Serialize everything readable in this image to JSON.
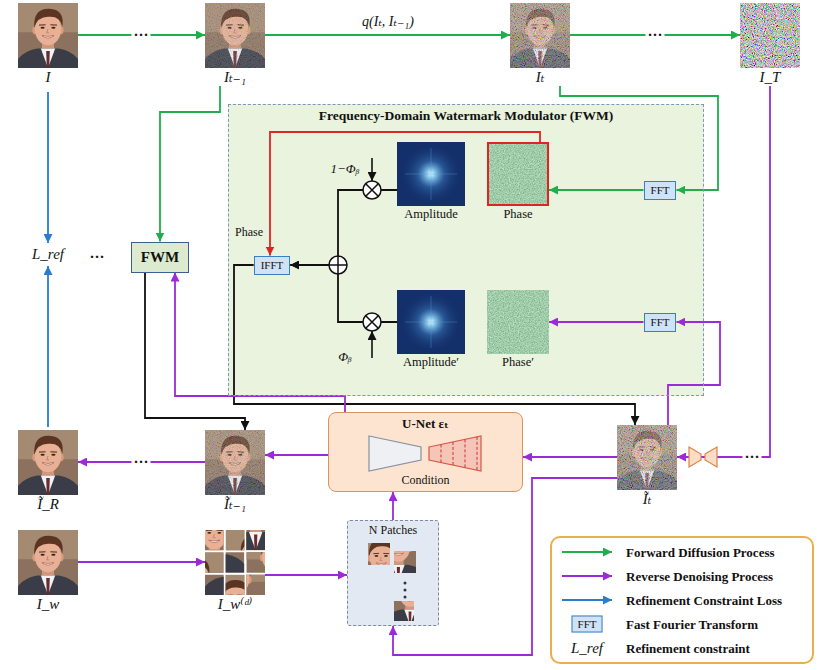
{
  "diagram": {
    "nodes": [
      {
        "text": [
          "I"
        ]
      },
      {
        "text": [
          "Iₜ₋₁"
        ]
      },
      {
        "text": [
          "Iₜ"
        ]
      },
      {
        "text": [
          "I_T"
        ]
      },
      {
        "text": [
          "Frequency-Domain Watermark Modulator (FWM)"
        ]
      },
      {
        "text": [
          "Amplitude"
        ],
        "in": 4
      },
      {
        "text": [
          "Phase"
        ],
        "in": 4
      },
      {
        "text": [
          "FFT"
        ],
        "in": 4
      },
      {
        "text": [
          "IFFT"
        ],
        "in": 4
      },
      {
        "text": [
          "Amplitude′"
        ],
        "in": 4
      },
      {
        "text": [
          "Phase′"
        ],
        "in": 4
      },
      {
        "text": [
          "FFT"
        ],
        "in": 4
      },
      {
        "text": [
          "FWM"
        ]
      },
      {
        "text": [
          "Ĩ_R"
        ]
      },
      {
        "text": [
          "Ĩₜ₋₁"
        ]
      },
      {
        "text": [
          "U-Net εₜ",
          "Condition"
        ]
      },
      {
        "text": [
          "Ĩₜ"
        ]
      },
      {
        "text": [
          "I_w"
        ]
      },
      {
        "text": [
          "I_w⁽ᵈ⁾"
        ]
      },
      {
        "text": [
          "N Patches"
        ]
      }
    ],
    "edges": [
      {
        "from": 0,
        "to": 1,
        "arrow": "to",
        "label": "···"
      },
      {
        "from": 1,
        "to": 2,
        "arrow": "to",
        "label": "q(Iₜ, Iₜ₋₁)"
      },
      {
        "from": 2,
        "to": 3,
        "arrow": "to",
        "label": "···"
      },
      {
        "from": 1,
        "to": 12,
        "arrow": "to"
      },
      {
        "from": 2,
        "to": 7,
        "arrow": "to"
      },
      {
        "from": 7,
        "to": 6,
        "arrow": "to"
      },
      {
        "from": 6,
        "to": 8,
        "arrow": "to",
        "label": "Phase"
      },
      {
        "from": 5,
        "to": 8,
        "arrow": "to"
      },
      {
        "from": 9,
        "to": 8,
        "arrow": "to"
      },
      {
        "from": 11,
        "to": 10,
        "arrow": "to"
      },
      {
        "from": 16,
        "to": 11,
        "arrow": "to"
      },
      {
        "from": 8,
        "to": 16,
        "arrow": "to"
      },
      {
        "from": 12,
        "to": 14,
        "arrow": "to"
      },
      {
        "from": 15,
        "to": 12,
        "arrow": "to"
      },
      {
        "from": 3,
        "to": 16,
        "arrow": "to",
        "label": "···"
      },
      {
        "from": 16,
        "to": 15,
        "arrow": "to"
      },
      {
        "from": 15,
        "to": 14,
        "arrow": "to"
      },
      {
        "from": 14,
        "to": 13,
        "arrow": "to",
        "label": "···"
      },
      {
        "from": 17,
        "to": 18,
        "arrow": "to"
      },
      {
        "from": 18,
        "to": 19,
        "arrow": "to"
      },
      {
        "from": 19,
        "to": 15,
        "arrow": "to"
      },
      {
        "from": 16,
        "to": 19,
        "arrow": "to"
      }
    ],
    "labels": [
      "L_ref",
      "···",
      "1−Φᵦ",
      "Φᵦ",
      "FFT",
      "L_ref"
    ],
    "legend": [
      {
        "text": "Forward Diffusion Process"
      },
      {
        "text": "Reverse Denoising Process"
      },
      {
        "text": "Refinement Constraint Loss"
      },
      {
        "text": "Fast Fourier Transform"
      },
      {
        "text": "Refinement constraint"
      }
    ]
  }
}
